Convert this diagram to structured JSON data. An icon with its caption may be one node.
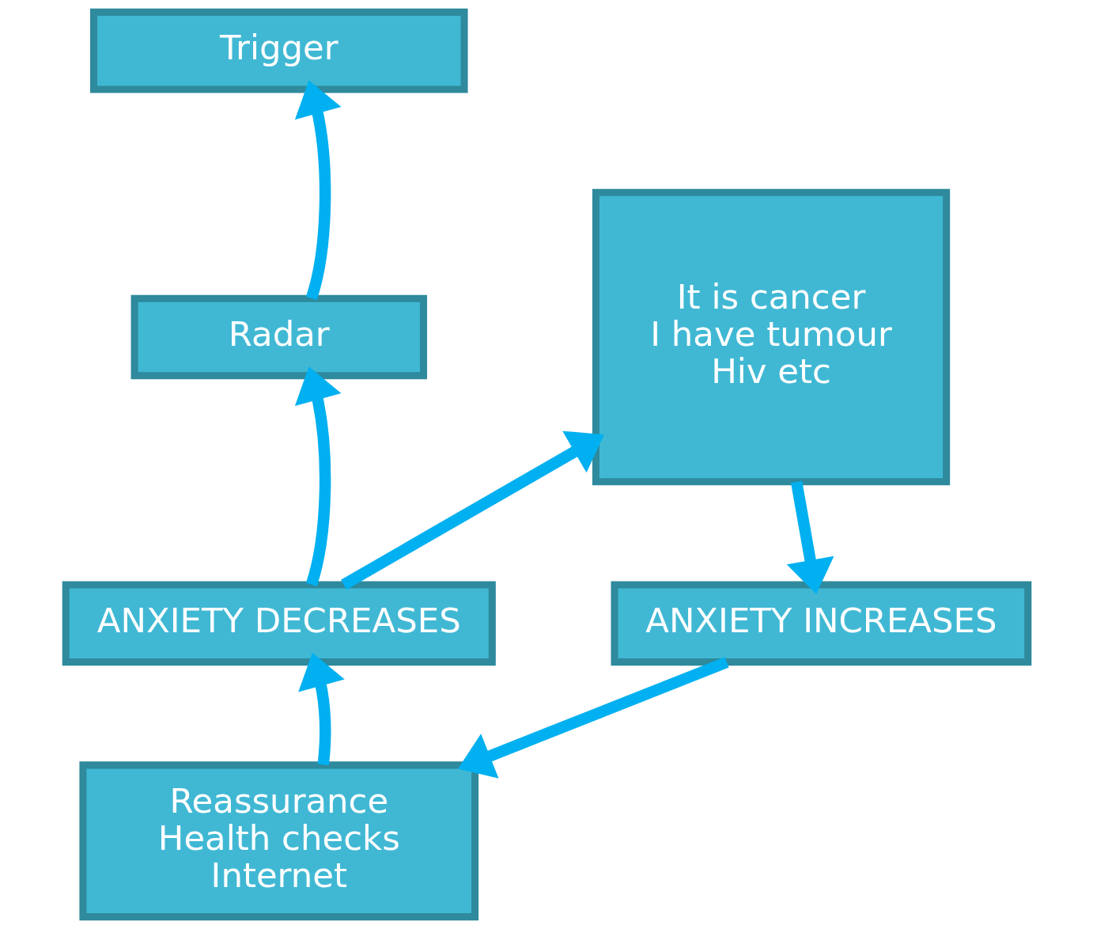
{
  "diagram": {
    "nodes": [
      {
        "text": [
          "Trigger"
        ]
      },
      {
        "text": [
          "Radar"
        ]
      },
      {
        "text": [
          "It is cancer",
          "I have tumour",
          "Hiv etc"
        ]
      },
      {
        "text": [
          "ANXIETY DECREASES"
        ]
      },
      {
        "text": [
          "ANXIETY INCREASES"
        ]
      },
      {
        "text": [
          "Reassurance",
          "Health checks",
          "Internet"
        ]
      }
    ],
    "edges": [
      {
        "from": 1,
        "to": 0,
        "arrow": "to"
      },
      {
        "from": 2,
        "to": 4,
        "arrow": "to"
      },
      {
        "from": 4,
        "to": 5,
        "arrow": "to"
      },
      {
        "from": 5,
        "to": 3,
        "arrow": "to"
      },
      {
        "from": 3,
        "to": 2,
        "arrow": "to"
      },
      {
        "from": 3,
        "to": 1,
        "arrow": "to"
      }
    ]
  }
}
